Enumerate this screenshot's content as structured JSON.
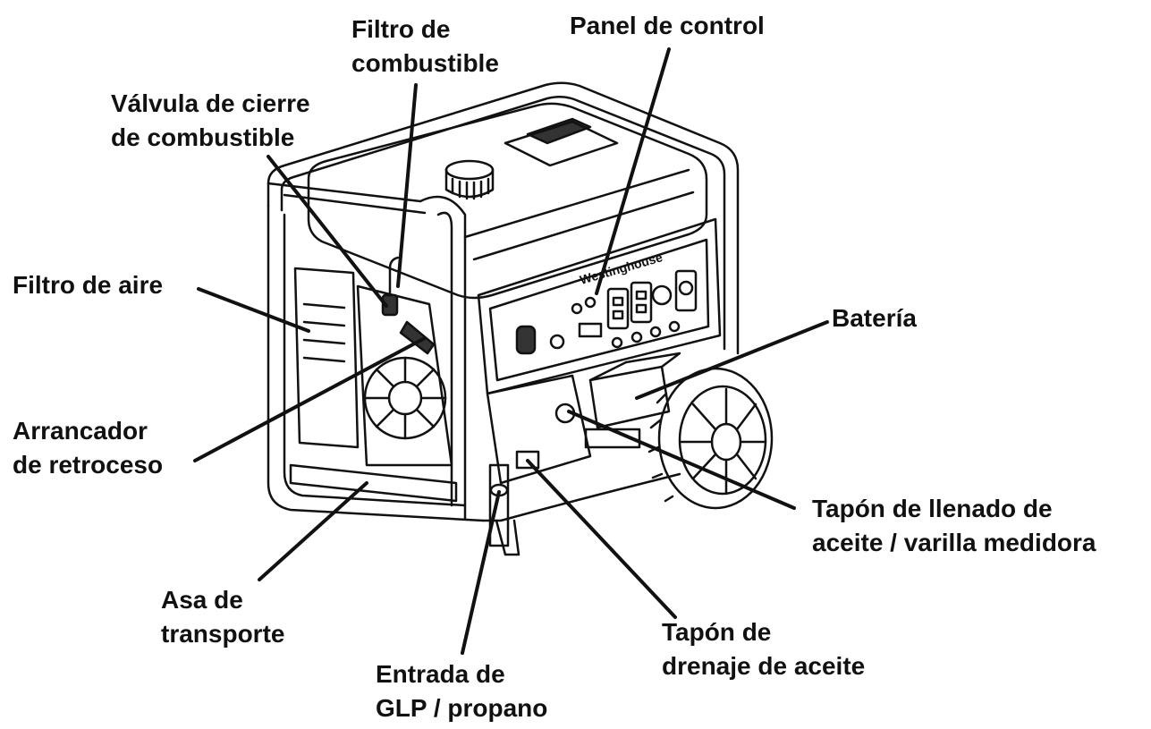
{
  "labels": {
    "filtro_combustible": [
      "Filtro de",
      "combustible"
    ],
    "panel_control": [
      "Panel de control"
    ],
    "valvula_cierre": [
      "Válvula de cierre",
      "de combustible"
    ],
    "filtro_aire": [
      "Filtro de aire"
    ],
    "bateria": [
      "Batería"
    ],
    "arrancador": [
      "Arrancador",
      "de retroceso"
    ],
    "tapon_llenado": [
      "Tapón de llenado de",
      "aceite / varilla medidora"
    ],
    "asa_transporte": [
      "Asa de",
      "transporte"
    ],
    "tapon_drenaje": [
      "Tapón de",
      "drenaje de aceite"
    ],
    "entrada_glp": [
      "Entrada de",
      "GLP / propano"
    ]
  },
  "brand_plate": "Westinghouse"
}
